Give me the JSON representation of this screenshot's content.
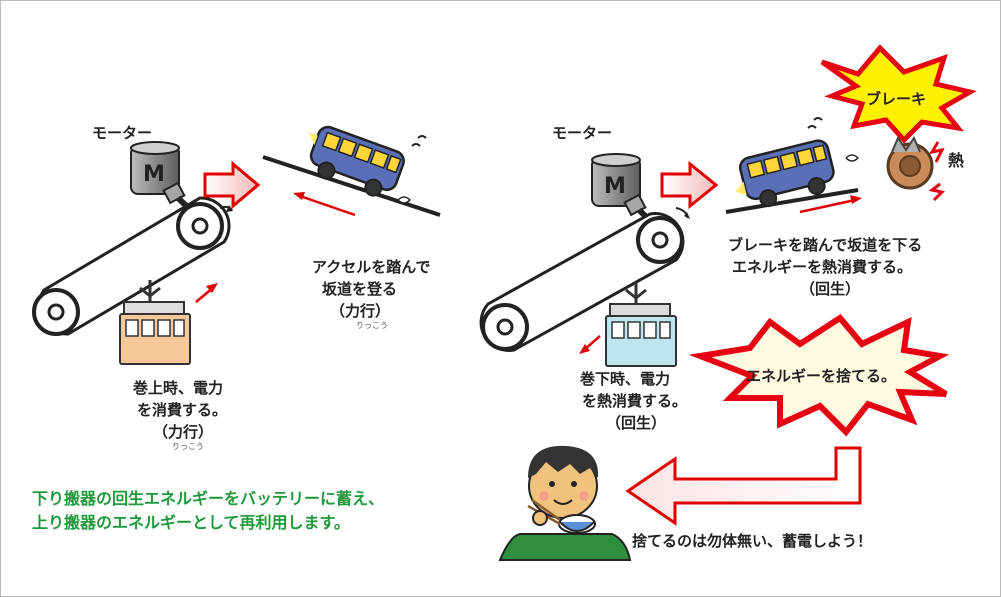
{
  "colors": {
    "motor_gray": "#8f8f8f",
    "arrow_red": "#e00000",
    "bus_blue": "#5a6fb7",
    "bus_window": "#ffd53a",
    "left_car": "#f7c89a",
    "right_car": "#bfe5f0",
    "burst_red": "#e60012",
    "burst_yellow": "#fff100",
    "text_green": "#1f9a3a",
    "text_dark": "#222222"
  },
  "left": {
    "motor_label": "モーター",
    "motor_letter": "M",
    "hill_caption_1": "アクセルを踏んで",
    "hill_caption_2": "坂道を登る",
    "hill_mode": "（力行）",
    "hill_ruby": "りっこう",
    "lift_caption_1": "巻上時、電力",
    "lift_caption_2": "を消費する。",
    "lift_mode": "（力行）",
    "lift_ruby": "りっこう"
  },
  "right": {
    "motor_label": "モーター",
    "motor_letter": "M",
    "brake_burst": "ブレーキ",
    "heat_label": "熱",
    "hill_caption_1": "ブレーキを踏んで坂道を下る",
    "hill_caption_2": "エネルギーを熱消費する。",
    "hill_mode": "（回生）",
    "waste_burst": "エネルギーを捨てる。",
    "lift_caption_1": "巻下時、電力",
    "lift_caption_2": "を熱消費する。",
    "lift_mode": "（回生）"
  },
  "bottom": {
    "green_line_1": "下り搬器の回生エネルギーをバッテリーに蓄え、",
    "green_line_2": "上り搬器のエネルギーとして再利用します。",
    "slogan": "捨てるのは勿体無い、蓄電しよう！"
  }
}
